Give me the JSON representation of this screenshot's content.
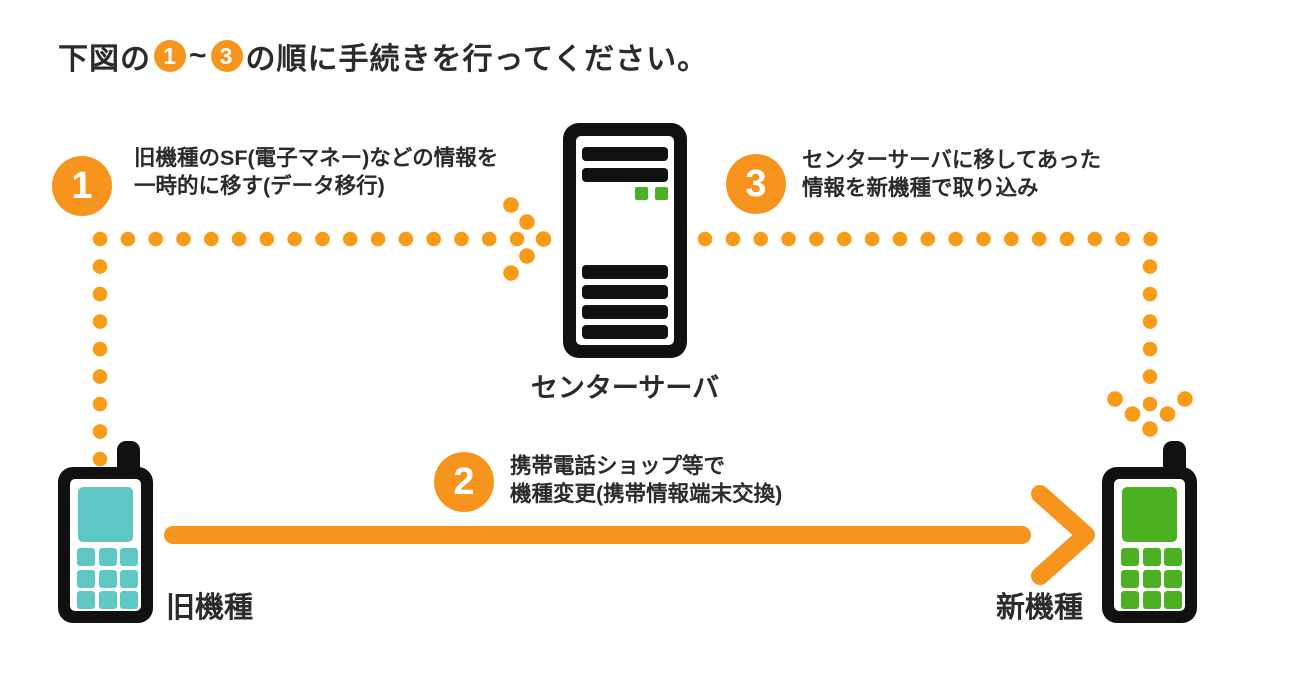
{
  "title": {
    "prefix": "下図の",
    "step_from": "1",
    "tilde": "~",
    "step_to": "3",
    "suffix": "の順に手続きを行ってください。"
  },
  "steps": [
    {
      "number": "1",
      "lines": [
        "旧機種のSF(電子マネー)などの情報を",
        "一時的に移す(データ移行)"
      ]
    },
    {
      "number": "2",
      "lines": [
        "携帯電話ショップ等で",
        "機種変更(携帯情報端末交換)"
      ]
    },
    {
      "number": "3",
      "lines": [
        "センターサーバに移してあった",
        "情報を新機種で取り込み"
      ]
    }
  ],
  "nodes": {
    "server": {
      "label": "センターサーバ",
      "icon": "server-icon"
    },
    "old_phone": {
      "label": "旧機種",
      "icon": "mobile-phone-icon"
    },
    "new_phone": {
      "label": "新機種",
      "icon": "mobile-phone-icon"
    }
  },
  "colors": {
    "orange": "#f7941e",
    "dot_orange": "#f89b17",
    "icon_black": "#111111",
    "text_black": "#2b2b2b",
    "old_phone_screen": "#5fc8c4",
    "new_phone_screen": "#4cb122",
    "background": "#ffffff"
  }
}
